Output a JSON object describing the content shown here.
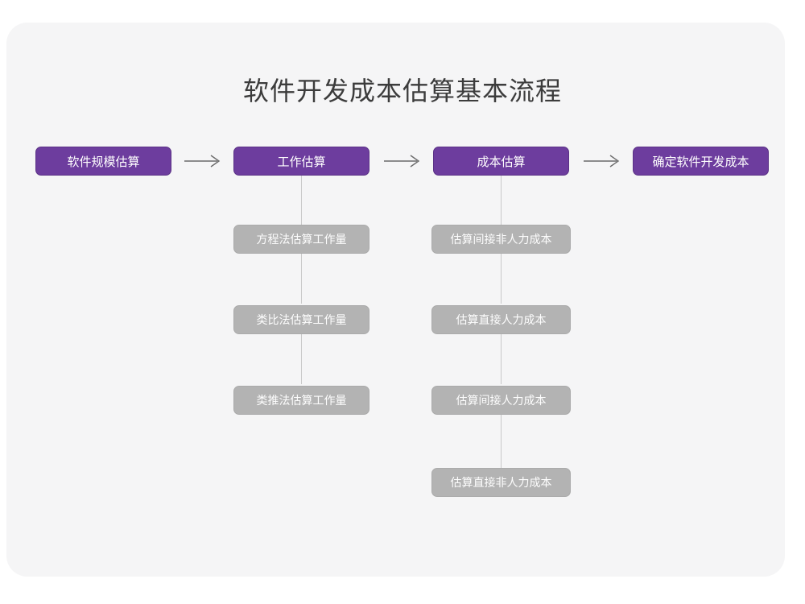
{
  "panel": {
    "background_color": "#f5f5f6"
  },
  "title": "软件开发成本估算基本流程",
  "colors": {
    "primary": "#6d3d9e",
    "primary_border": "#5b3286",
    "secondary": "#b3b3b3",
    "secondary_border": "#ababab",
    "title_text": "#3c3c3c",
    "connector": "#c9c9c9",
    "arrow": "#6a6a6a"
  },
  "flow": {
    "main_steps": [
      {
        "id": "step-1",
        "label": "软件规模估算"
      },
      {
        "id": "step-2",
        "label": "工作估算"
      },
      {
        "id": "step-3",
        "label": "成本估算"
      },
      {
        "id": "step-4",
        "label": "确定软件开发成本"
      }
    ],
    "arrows": [
      {
        "id": "arrow-1",
        "from": "step-1",
        "to": "step-2",
        "glyph": "→"
      },
      {
        "id": "arrow-2",
        "from": "step-2",
        "to": "step-3",
        "glyph": "→"
      },
      {
        "id": "arrow-3",
        "from": "step-3",
        "to": "step-4",
        "glyph": "→"
      }
    ],
    "branches": [
      {
        "parent": "step-2",
        "items": [
          {
            "id": "b2-1",
            "label": "方程法估算工作量"
          },
          {
            "id": "b2-2",
            "label": "类比法估算工作量"
          },
          {
            "id": "b2-3",
            "label": "类推法估算工作量"
          }
        ]
      },
      {
        "parent": "step-3",
        "items": [
          {
            "id": "b3-1",
            "label": "估算间接非人力成本"
          },
          {
            "id": "b3-2",
            "label": "估算直接人力成本"
          },
          {
            "id": "b3-3",
            "label": "估算间接人力成本"
          },
          {
            "id": "b3-4",
            "label": "估算直接非人力成本"
          }
        ]
      }
    ]
  },
  "chart_data": {
    "type": "diagram",
    "title": "软件开发成本估算基本流程",
    "nodes": [
      {
        "id": "step-1",
        "label": "软件规模估算",
        "level": "main",
        "column": 1
      },
      {
        "id": "step-2",
        "label": "工作估算",
        "level": "main",
        "column": 2
      },
      {
        "id": "step-3",
        "label": "成本估算",
        "level": "main",
        "column": 3
      },
      {
        "id": "step-4",
        "label": "确定软件开发成本",
        "level": "main",
        "column": 4
      },
      {
        "id": "b2-1",
        "label": "方程法估算工作量",
        "level": "sub",
        "column": 2
      },
      {
        "id": "b2-2",
        "label": "类比法估算工作量",
        "level": "sub",
        "column": 2
      },
      {
        "id": "b2-3",
        "label": "类推法估算工作量",
        "level": "sub",
        "column": 2
      },
      {
        "id": "b3-1",
        "label": "估算间接非人力成本",
        "level": "sub",
        "column": 3
      },
      {
        "id": "b3-2",
        "label": "估算直接人力成本",
        "level": "sub",
        "column": 3
      },
      {
        "id": "b3-3",
        "label": "估算间接人力成本",
        "level": "sub",
        "column": 3
      },
      {
        "id": "b3-4",
        "label": "估算直接非人力成本",
        "level": "sub",
        "column": 3
      }
    ],
    "edges": [
      {
        "from": "step-1",
        "to": "step-2",
        "type": "arrow"
      },
      {
        "from": "step-2",
        "to": "step-3",
        "type": "arrow"
      },
      {
        "from": "step-3",
        "to": "step-4",
        "type": "arrow"
      },
      {
        "from": "step-2",
        "to": "b2-1",
        "type": "line"
      },
      {
        "from": "b2-1",
        "to": "b2-2",
        "type": "line"
      },
      {
        "from": "b2-2",
        "to": "b2-3",
        "type": "line"
      },
      {
        "from": "step-3",
        "to": "b3-1",
        "type": "line"
      },
      {
        "from": "b3-1",
        "to": "b3-2",
        "type": "line"
      },
      {
        "from": "b3-2",
        "to": "b3-3",
        "type": "line"
      },
      {
        "from": "b3-3",
        "to": "b3-4",
        "type": "line"
      }
    ]
  }
}
